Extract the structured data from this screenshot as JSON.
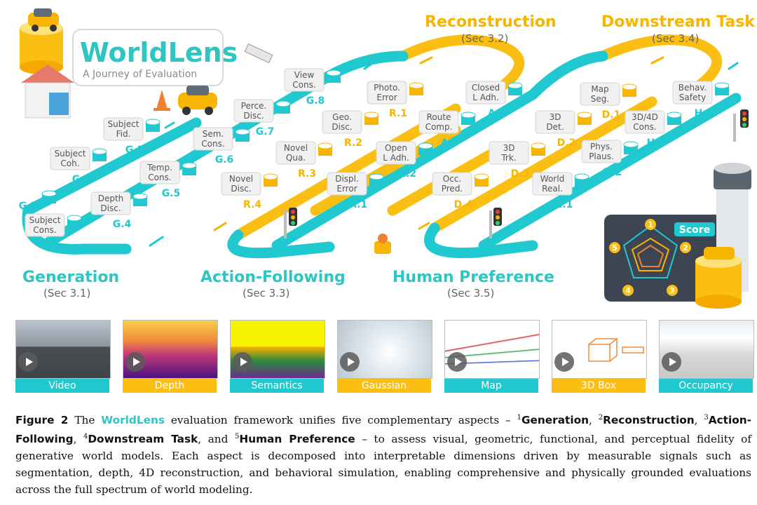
{
  "title": {
    "name": "WorldLens",
    "subtitle": "A Journey of Evaluation"
  },
  "stages": {
    "generation": {
      "label": "Generation",
      "sec": "(Sec 3.1)"
    },
    "reconstruction": {
      "label": "Reconstruction",
      "sec": "(Sec 3.2)"
    },
    "action": {
      "label": "Action-Following",
      "sec": "(Sec 3.3)"
    },
    "downstream": {
      "label": "Downstream Task",
      "sec": "(Sec 3.4)"
    },
    "human": {
      "label": "Human Preference",
      "sec": "(Sec 3.5)"
    }
  },
  "score_label": "Score",
  "radar_labels": [
    "1",
    "2",
    "3",
    "4",
    "5"
  ],
  "nodes": [
    {
      "code": "G.1",
      "l1": "Subject",
      "l2": "Fid.",
      "color": "#1fc9cf"
    },
    {
      "code": "G.2",
      "l1": "Subject",
      "l2": "Coh.",
      "color": "#1fc9cf"
    },
    {
      "code": "G.3",
      "l1": "",
      "l2": "",
      "color": "#1fc9cf"
    },
    {
      "code": "",
      "l1": "Subject",
      "l2": "Cons.",
      "color": "#1fc9cf"
    },
    {
      "code": "G.4",
      "l1": "Depth",
      "l2": "Disc.",
      "color": "#1fc9cf"
    },
    {
      "code": "G.5",
      "l1": "Temp.",
      "l2": "Cons.",
      "color": "#1fc9cf"
    },
    {
      "code": "G.6",
      "l1": "Sem.",
      "l2": "Cons.",
      "color": "#1fc9cf"
    },
    {
      "code": "G.7",
      "l1": "Perce.",
      "l2": "Disc.",
      "color": "#1fc9cf"
    },
    {
      "code": "G.8",
      "l1": "View",
      "l2": "Cons.",
      "color": "#1fc9cf"
    },
    {
      "code": "R.1",
      "l1": "Photo.",
      "l2": "Error",
      "color": "#f7b500"
    },
    {
      "code": "R.2",
      "l1": "Geo.",
      "l2": "Disc.",
      "color": "#f7b500"
    },
    {
      "code": "R.3",
      "l1": "Novel",
      "l2": "Qua.",
      "color": "#f7b500"
    },
    {
      "code": "R.4",
      "l1": "Novel",
      "l2": "Disc.",
      "color": "#f7b500"
    },
    {
      "code": "A.1",
      "l1": "Displ.",
      "l2": "Error",
      "color": "#1fc9cf"
    },
    {
      "code": "A.2",
      "l1": "Open",
      "l2": "L Adh.",
      "color": "#1fc9cf"
    },
    {
      "code": "A.3",
      "l1": "Route",
      "l2": "Comp.",
      "color": "#1fc9cf"
    },
    {
      "code": "A.4",
      "l1": "Closed",
      "l2": "L Adh.",
      "color": "#1fc9cf"
    },
    {
      "code": "D.1",
      "l1": "Map",
      "l2": "Seg.",
      "color": "#f7b500"
    },
    {
      "code": "D.2",
      "l1": "3D",
      "l2": "Det.",
      "color": "#f7b500"
    },
    {
      "code": "D.3",
      "l1": "3D",
      "l2": "Trk.",
      "color": "#f7b500"
    },
    {
      "code": "D.4",
      "l1": "Occ.",
      "l2": "Pred.",
      "color": "#f7b500"
    },
    {
      "code": "H.1",
      "l1": "World",
      "l2": "Real.",
      "color": "#1fc9cf"
    },
    {
      "code": "H.2",
      "l1": "Phys.",
      "l2": "Plaus.",
      "color": "#1fc9cf"
    },
    {
      "code": "H.3",
      "l1": "3D/4D",
      "l2": "Cons.",
      "color": "#1fc9cf"
    },
    {
      "code": "H.4",
      "l1": "Behav.",
      "l2": "Safety",
      "color": "#1fc9cf"
    }
  ],
  "thumbnails": [
    {
      "label": "Video",
      "tag_color": "teal"
    },
    {
      "label": "Depth",
      "tag_color": "gold"
    },
    {
      "label": "Semantics",
      "tag_color": "teal"
    },
    {
      "label": "Gaussian",
      "tag_color": "gold"
    },
    {
      "label": "Map",
      "tag_color": "teal"
    },
    {
      "label": "3D Box",
      "tag_color": "gold"
    },
    {
      "label": "Occupancy",
      "tag_color": "teal"
    }
  ],
  "caption": {
    "fig": "Figure 2",
    "p1": "The",
    "brand": "WorldLens",
    "p2": "evaluation framework unifies five complementary aspects –",
    "s1": "1",
    "a1": "Generation",
    "s2": "2",
    "a2": "Reconstruction",
    "s3": "3",
    "a3": "Action-Following",
    "s4": "4",
    "a4": "Downstream Task",
    "p3": "and",
    "s5": "5",
    "a5": "Human Preference",
    "p4": "– to assess visual, geometric, functional, and perceptual fidelity of generative world models. Each aspect is decomposed into interpretable dimensions driven by measurable signals such as segmentation, depth, 4D reconstruction, and behavioral simulation, enabling comprehensive and physically grounded evaluations across the full spectrum of world modeling."
  },
  "colors": {
    "teal": "#1fc9cf",
    "gold": "#fbbf14",
    "label_bg": "#f1f1f1",
    "radar_bg": "#3d4552"
  }
}
